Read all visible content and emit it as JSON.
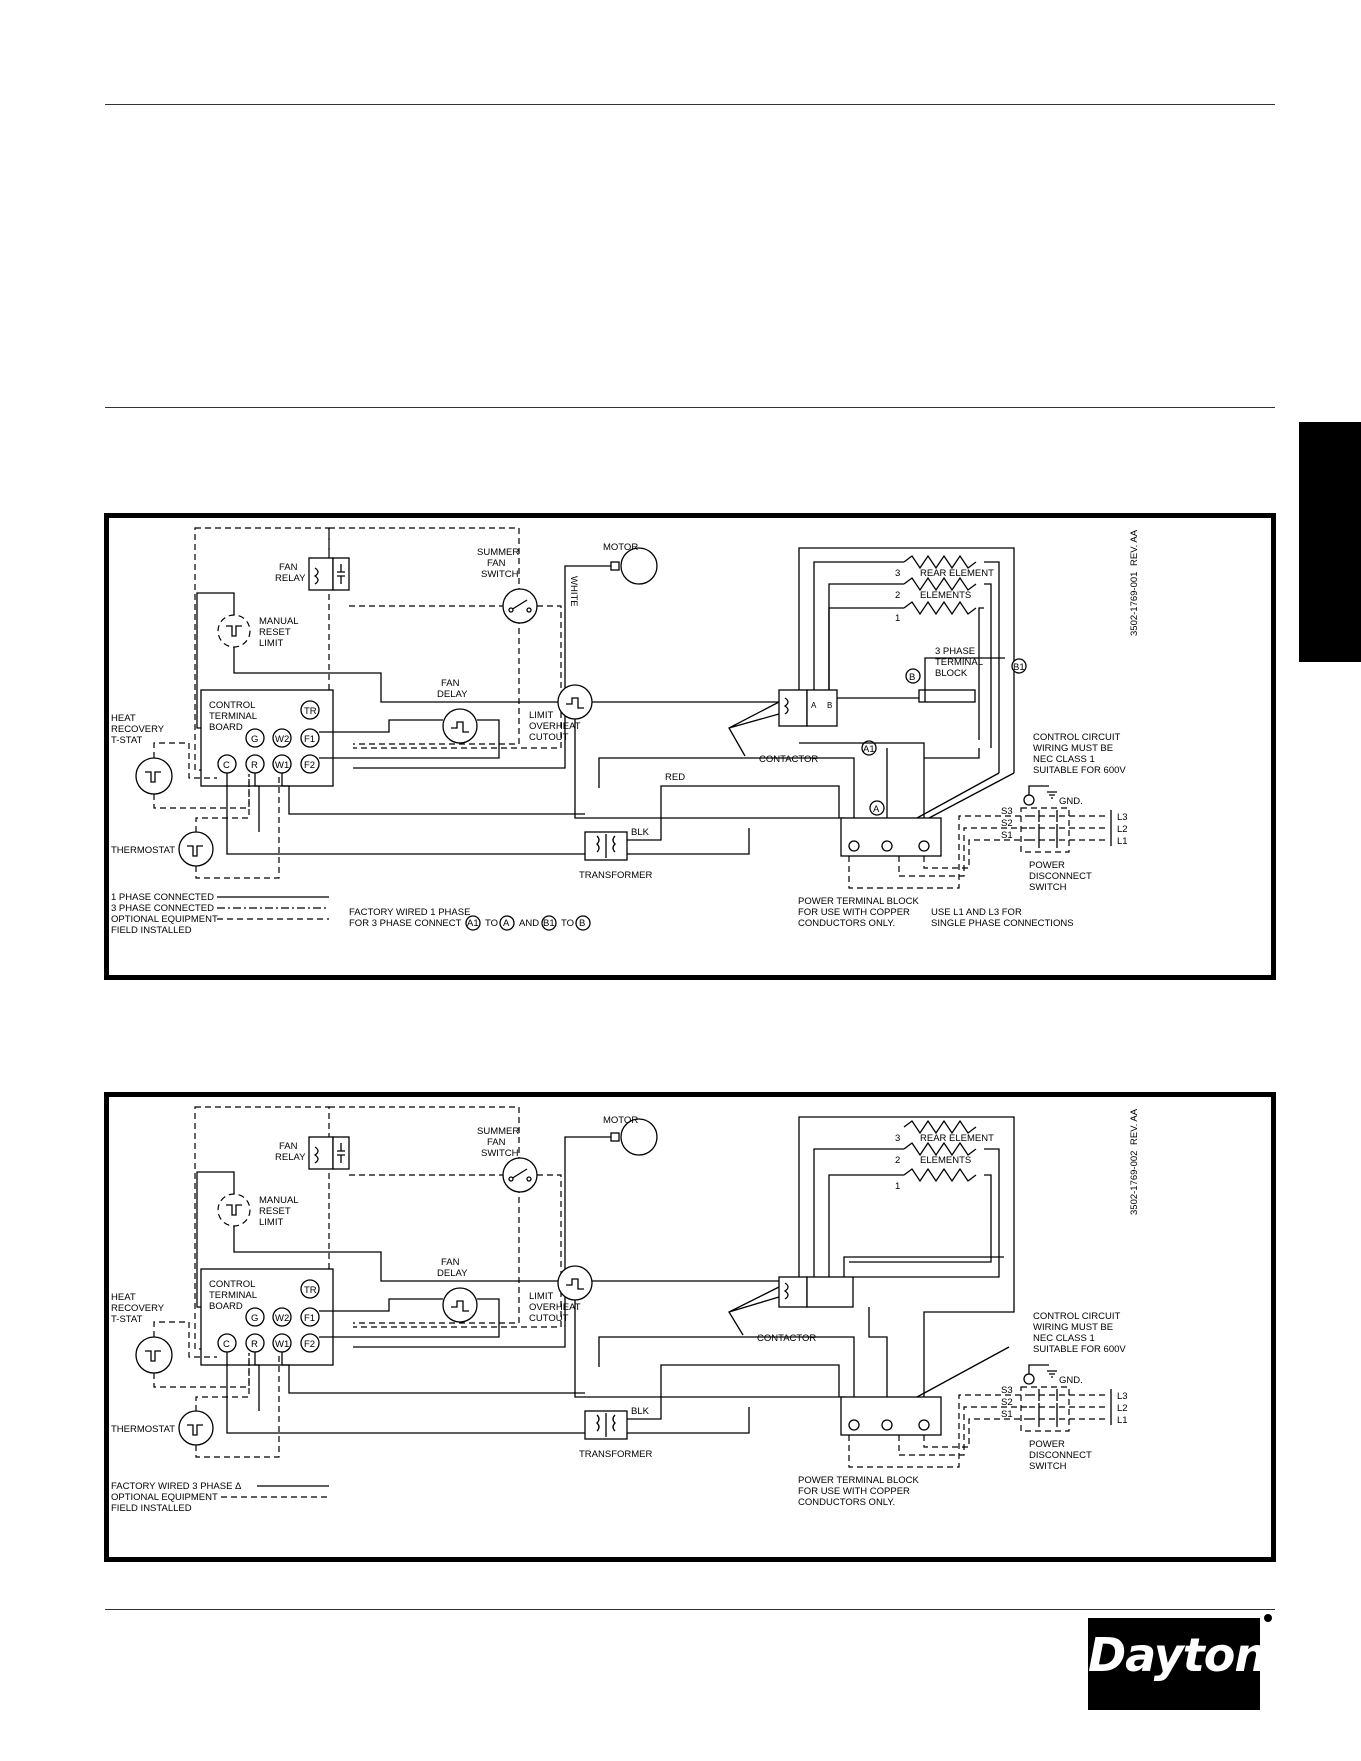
{
  "diagram1": {
    "drawing_number": "3502-1769-001",
    "revision": "REV. AA",
    "labels": {
      "fan_relay": [
        "FAN",
        "RELAY"
      ],
      "summer_fan_switch": [
        "SUMMER",
        "FAN",
        "SWITCH"
      ],
      "motor": "MOTOR",
      "white": "WHITE",
      "manual_reset_limit": [
        "MANUAL",
        "RESET",
        "LIMIT"
      ],
      "fan_delay": [
        "FAN",
        "DELAY"
      ],
      "control_terminal_board": [
        "CONTROL",
        "TERMINAL",
        "BOARD"
      ],
      "heat_recovery": [
        "HEAT",
        "RECOVERY",
        "T-STAT"
      ],
      "limit_overheat": [
        "LIMIT",
        "OVERHEAT",
        "CUTOUT"
      ],
      "contactor": "CONTACTOR",
      "red": "RED",
      "blk": "BLK",
      "transformer": "TRANSFORMER",
      "thermostat": "THERMOSTAT",
      "rear_element": "REAR ELEMENT",
      "elements": "ELEMENTS",
      "three_phase_block": [
        "3 PHASE",
        "TERMINAL",
        "BLOCK"
      ],
      "control_note": [
        "CONTROL CIRCUIT",
        "WIRING MUST BE",
        "NEC CLASS 1",
        "SUITABLE FOR 600V"
      ],
      "gnd": "GND.",
      "s3": "S3",
      "s2": "S2",
      "s1": "S1",
      "l3": "L3",
      "l2": "L2",
      "l1": "L1",
      "power_disconnect": [
        "POWER",
        "DISCONNECT",
        "SWITCH"
      ],
      "power_terminal_block": [
        "POWER TERMINAL BLOCK",
        "FOR USE WITH COPPER",
        "CONDUCTORS ONLY."
      ],
      "single_phase_note": [
        "USE L1 AND L3 FOR",
        "SINGLE PHASE CONNECTIONS"
      ],
      "factory_note": [
        "FACTORY WIRED 1 PHASE",
        "FOR 3 PHASE CONNECT"
      ],
      "factory_to": "TO",
      "factory_and": "AND",
      "legend": [
        "1 PHASE CONNECTED",
        "3 PHASE CONNECTED",
        "OPTIONAL EQUIPMENT",
        "FIELD INSTALLED"
      ]
    },
    "terminals": [
      "TR",
      "G",
      "W2",
      "F1",
      "C",
      "R",
      "W1",
      "F2"
    ],
    "callouts": [
      "A1",
      "A",
      "B1",
      "B"
    ],
    "element_numbers": [
      "3",
      "2",
      "1"
    ]
  },
  "diagram2": {
    "drawing_number": "3502-1769-002",
    "revision": "REV. AA",
    "labels": {
      "fan_relay": [
        "FAN",
        "RELAY"
      ],
      "summer_fan_switch": [
        "SUMMER",
        "FAN",
        "SWITCH"
      ],
      "motor": "MOTOR",
      "manual_reset_limit": [
        "MANUAL",
        "RESET",
        "LIMIT"
      ],
      "fan_delay": [
        "FAN",
        "DELAY"
      ],
      "control_terminal_board": [
        "CONTROL",
        "TERMINAL",
        "BOARD"
      ],
      "heat_recovery": [
        "HEAT",
        "RECOVERY",
        "T-STAT"
      ],
      "limit_overheat": [
        "LIMIT",
        "OVERHEAT",
        "CUTOUT"
      ],
      "contactor": "CONTACTOR",
      "blk": "BLK",
      "transformer": "TRANSFORMER",
      "thermostat": "THERMOSTAT",
      "rear_element": "REAR ELEMENT",
      "elements": "ELEMENTS",
      "control_note": [
        "CONTROL CIRCUIT",
        "WIRING MUST BE",
        "NEC CLASS 1",
        "SUITABLE FOR 600V"
      ],
      "gnd": "GND.",
      "s3": "S3",
      "s2": "S2",
      "s1": "S1",
      "l3": "L3",
      "l2": "L2",
      "l1": "L1",
      "power_disconnect": [
        "POWER",
        "DISCONNECT",
        "SWITCH"
      ],
      "power_terminal_block": [
        "POWER TERMINAL BLOCK",
        "FOR USE WITH COPPER",
        "CONDUCTORS ONLY."
      ],
      "legend": [
        "FACTORY WIRED 3 PHASE Δ",
        "OPTIONAL EQUIPMENT",
        "FIELD INSTALLED"
      ]
    },
    "terminals": [
      "TR",
      "G",
      "W2",
      "F1",
      "C",
      "R",
      "W1",
      "F2"
    ],
    "element_numbers": [
      "3",
      "2",
      "1"
    ]
  },
  "brand": {
    "name": "Dayton"
  }
}
